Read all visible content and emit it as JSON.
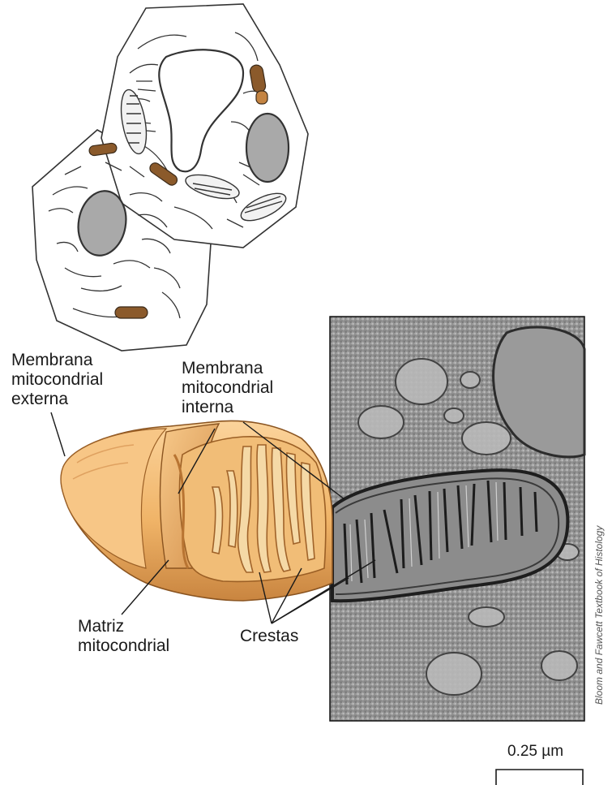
{
  "labels": {
    "outer_membrane": "Membrana\nmitocondrial\nexterna",
    "inner_membrane": "Membrana\nmitocondrial\ninterna",
    "matrix": "Matriz\nmitocondrial",
    "cristae": "Crestas"
  },
  "scale_bar": "0.25 µm",
  "credit": "Bloom and Fawcett Textbook of Histology",
  "colors": {
    "mito_outer": "#f0b468",
    "mito_inner": "#d9954b",
    "mito_dark": "#a9692c",
    "micrograph": "#8f8f8f",
    "nucleus": "#a9a9a9",
    "organelle": "#8b5a2b"
  }
}
